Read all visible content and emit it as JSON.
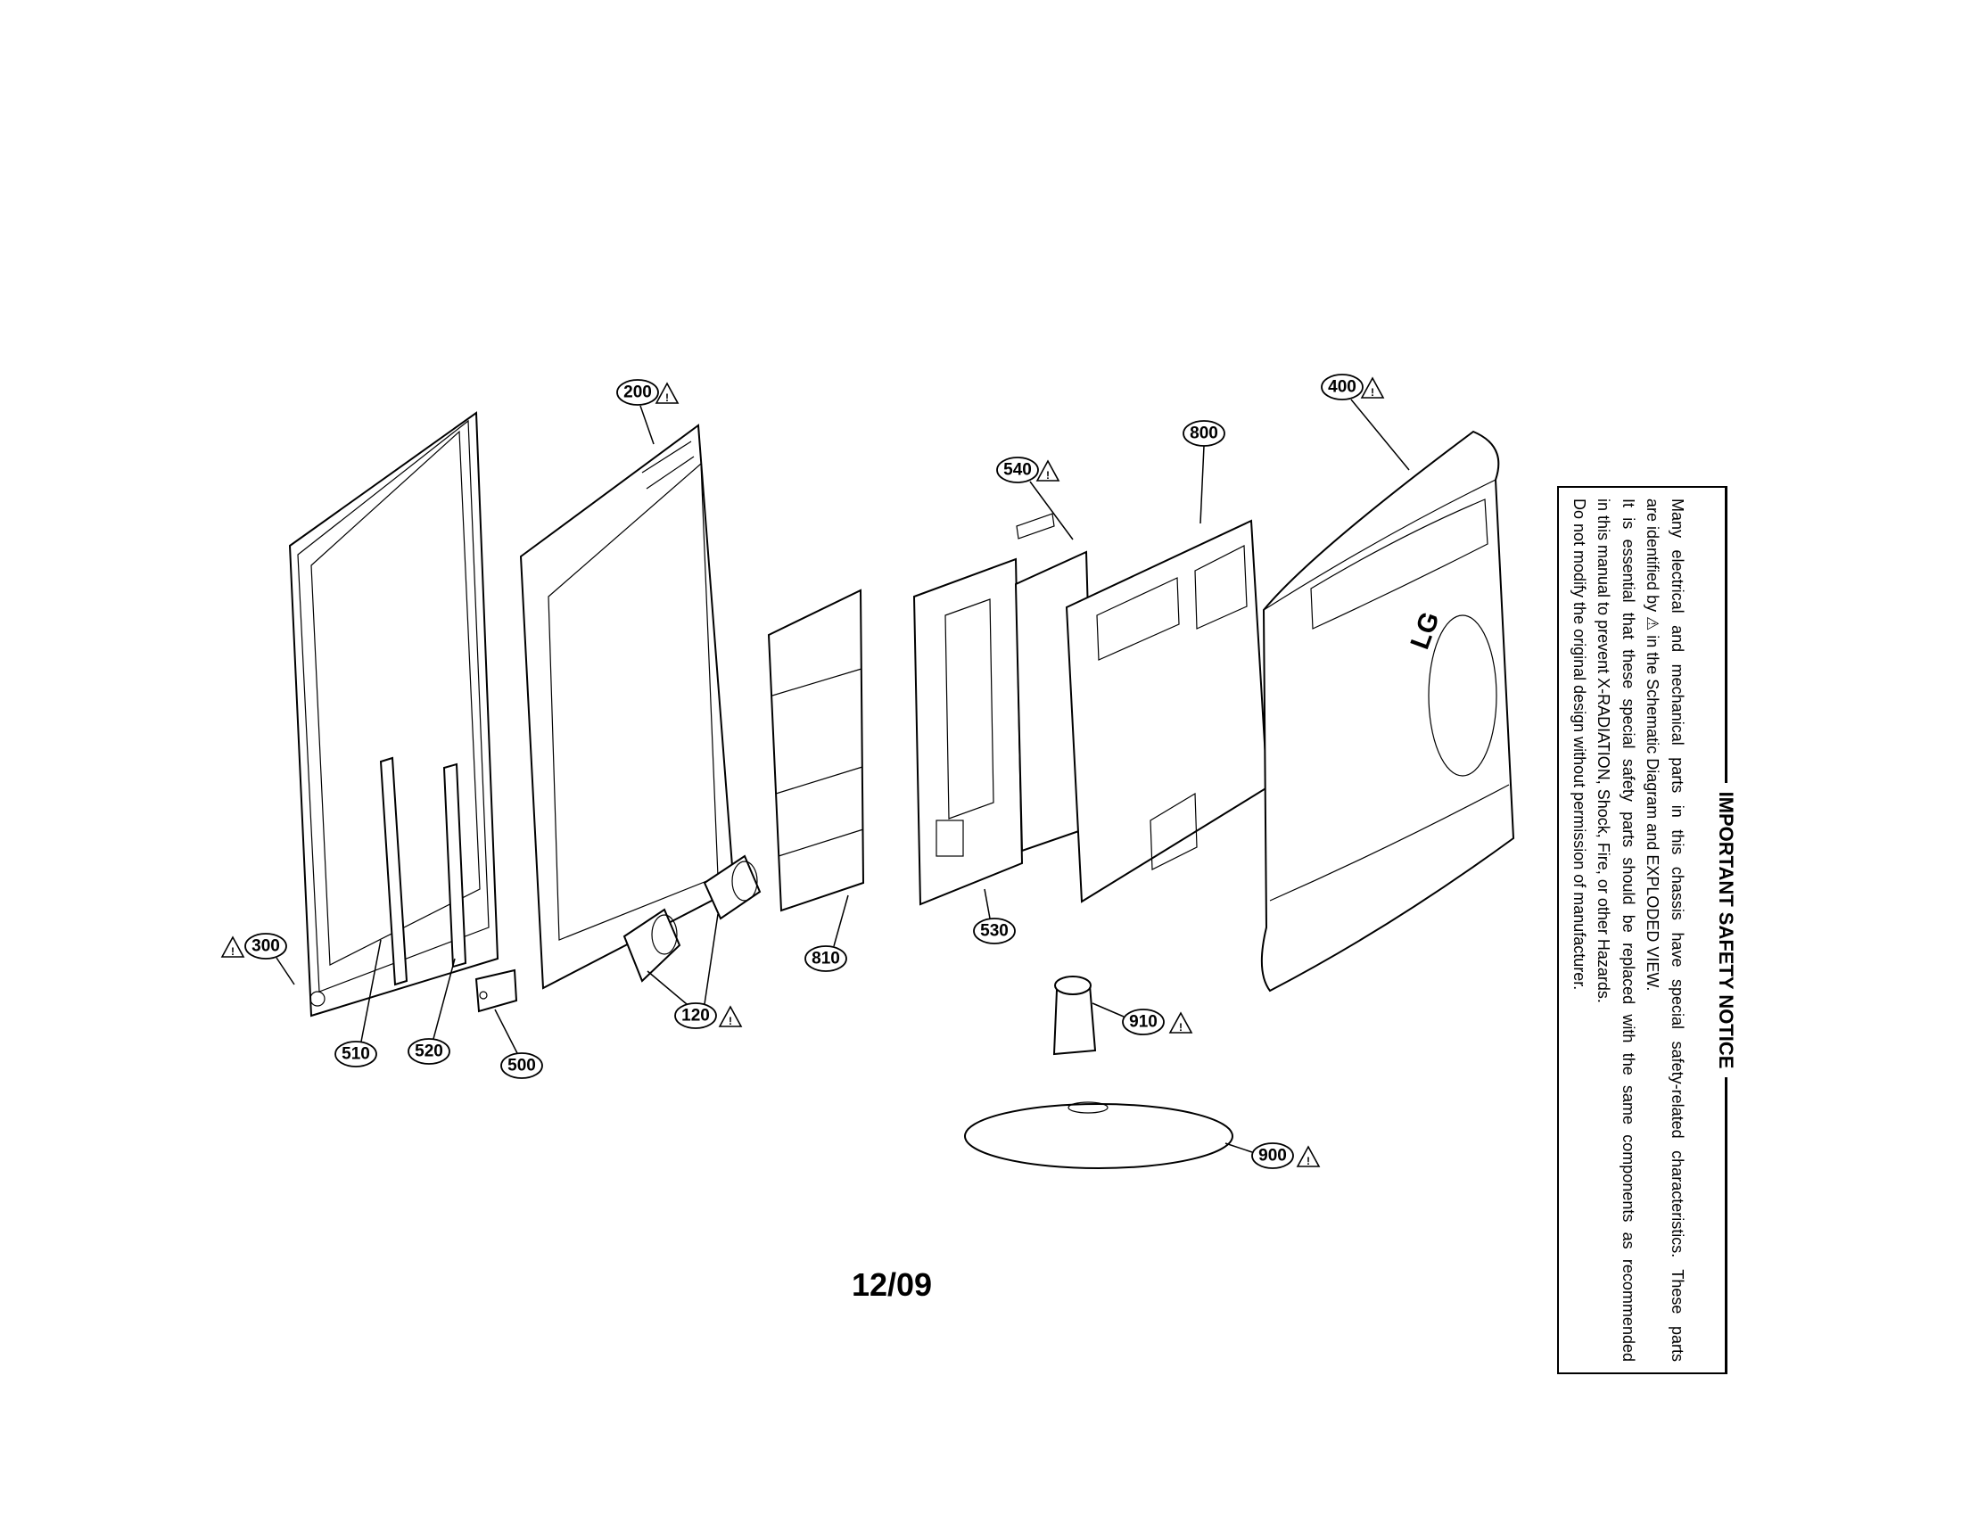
{
  "diagram": {
    "callouts": [
      {
        "id": "200",
        "warning": true
      },
      {
        "id": "400",
        "warning": true
      },
      {
        "id": "800",
        "warning": false
      },
      {
        "id": "540",
        "warning": true
      },
      {
        "id": "300",
        "warning": true
      },
      {
        "id": "510",
        "warning": false
      },
      {
        "id": "520",
        "warning": false
      },
      {
        "id": "500",
        "warning": false
      },
      {
        "id": "120",
        "warning": true
      },
      {
        "id": "810",
        "warning": false
      },
      {
        "id": "530",
        "warning": false
      },
      {
        "id": "910",
        "warning": true
      },
      {
        "id": "900",
        "warning": true
      }
    ],
    "brand_logo": "LG",
    "warning_symbol": "!"
  },
  "date_code": "12/09",
  "notice": {
    "title": "IMPORTANT SAFETY NOTICE",
    "lines": [
      "Many electrical and mechanical parts in this chassis have special safety-related characteristics. These parts",
      "are identified by ⚠ in the Schematic Diagram and EXPLODED VIEW.",
      "It is essential that these special safety parts should be replaced with the same components as recommended",
      "in this manual to prevent X-RADIATION, Shock, Fire, or other Hazards.",
      "Do not modify the original design without permission of manufacturer."
    ]
  }
}
